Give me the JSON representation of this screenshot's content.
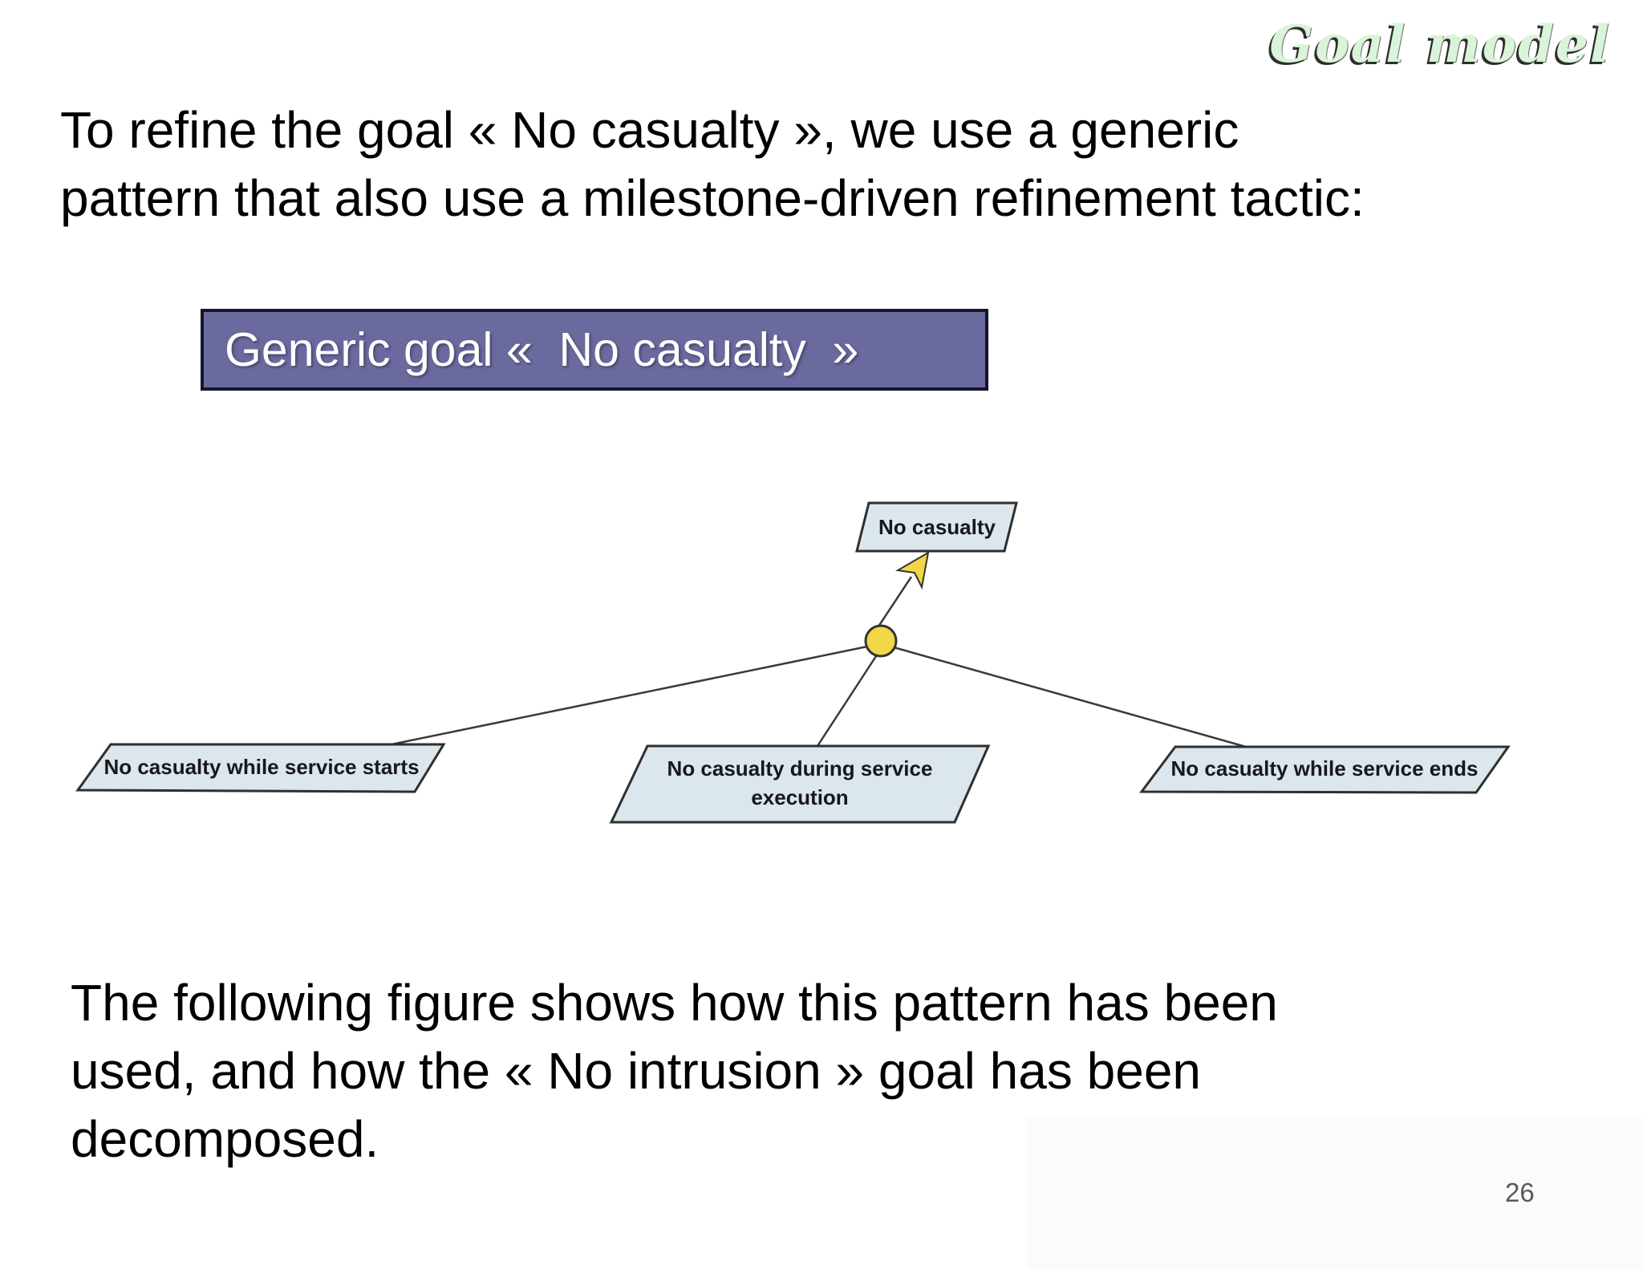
{
  "slide": {
    "corner_title": "Goal model",
    "intro_lines": [
      "To refine the goal « No casualty », we use a generic",
      "pattern that also use a milestone-driven refinement tactic:"
    ],
    "generic_goal_label": "Generic goal «  No casualty  »",
    "closing_lines": [
      "The following figure shows how this pattern has been",
      "used, and how the « No intrusion » goal has been",
      "decomposed."
    ],
    "page_number": "26"
  },
  "diagram": {
    "root": {
      "label": "No casualty"
    },
    "connector": "milestone-refinement-node",
    "children": [
      {
        "lines": [
          "No casualty while service starts"
        ]
      },
      {
        "lines": [
          "No casualty during service",
          "execution"
        ]
      },
      {
        "lines": [
          "No casualty while service ends"
        ]
      }
    ]
  },
  "colors": {
    "goal_box_purple": "#6b6a9e",
    "goal_box_border": "#15152c",
    "node_fill": "#dbe6ed",
    "node_border": "#2f2f2f",
    "connector_yellow": "#f2d647",
    "title_green": "#d9f4d9",
    "page_number_gray": "#595959"
  }
}
